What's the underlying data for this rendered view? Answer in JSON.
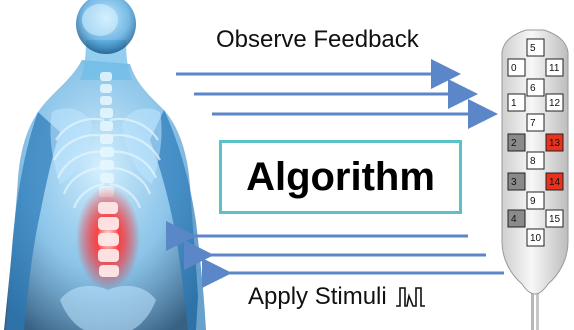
{
  "labels": {
    "observe": "Observe Feedback",
    "apply": "Apply Stimuli",
    "algorithm": "Algorithm"
  },
  "electrode": {
    "cells": [
      {
        "id": "5",
        "state": "off"
      },
      {
        "id": "0",
        "state": "off"
      },
      {
        "id": "11",
        "state": "off"
      },
      {
        "id": "6",
        "state": "off"
      },
      {
        "id": "1",
        "state": "off"
      },
      {
        "id": "12",
        "state": "off"
      },
      {
        "id": "7",
        "state": "off"
      },
      {
        "id": "2",
        "state": "grey"
      },
      {
        "id": "13",
        "state": "active"
      },
      {
        "id": "8",
        "state": "off"
      },
      {
        "id": "3",
        "state": "grey"
      },
      {
        "id": "14",
        "state": "active"
      },
      {
        "id": "9",
        "state": "off"
      },
      {
        "id": "4",
        "state": "grey"
      },
      {
        "id": "15",
        "state": "off"
      },
      {
        "id": "10",
        "state": "off"
      }
    ]
  },
  "colors": {
    "arrow": "#5b86c8",
    "box_border": "#5cc0c8",
    "active_cell": "#e8321e",
    "grey_cell": "#8a8a8a",
    "body_glow": "#ff2a2a"
  },
  "icons": [
    "skeleton-illustration",
    "pulse-waveform-icon"
  ]
}
